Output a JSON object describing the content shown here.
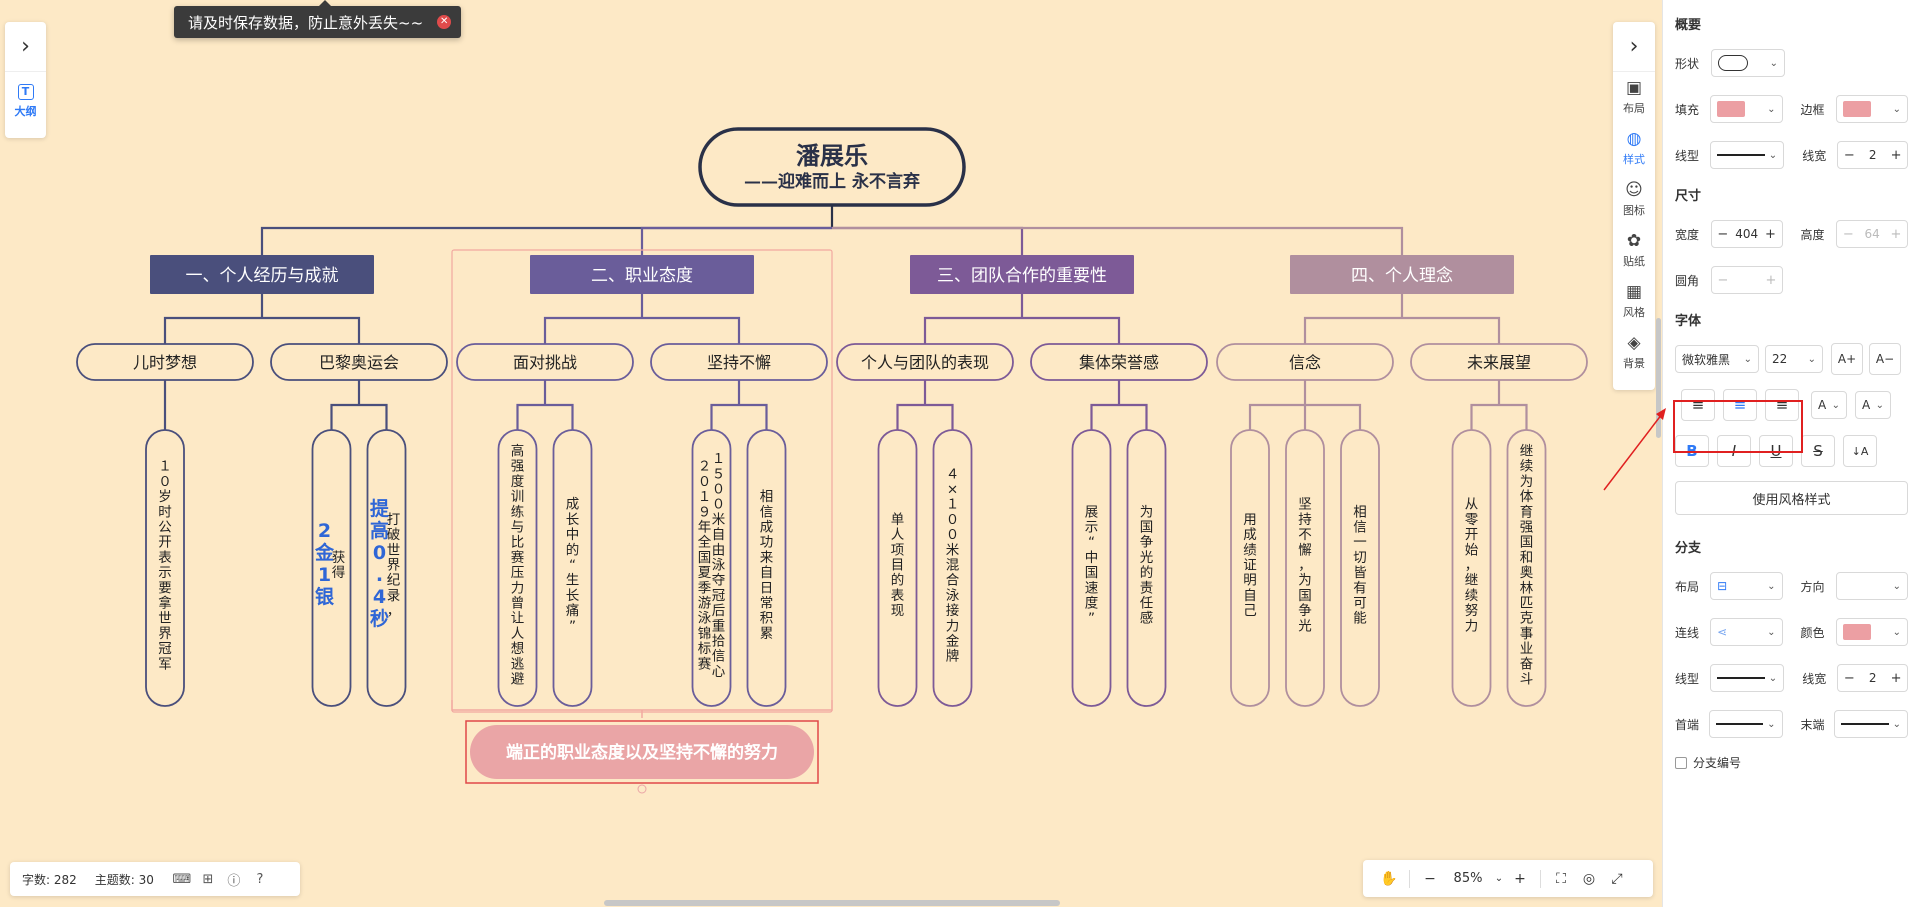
{
  "toast": {
    "text": "请及时保存数据，防止意外丢失~~",
    "close": "✕"
  },
  "left_panel": {
    "toggle": "›",
    "outline_icon": "T",
    "outline_label": "大纲"
  },
  "right_tools": {
    "toggle": "›",
    "items": [
      {
        "icon": "▣",
        "label": "布局"
      },
      {
        "icon": "◍",
        "label": "样式"
      },
      {
        "icon": "☺",
        "label": "图标"
      },
      {
        "icon": "✿",
        "label": "贴纸"
      },
      {
        "icon": "▦",
        "label": "风格"
      },
      {
        "icon": "◈",
        "label": "背景"
      }
    ]
  },
  "status": {
    "words": "字数: 282",
    "topics": "主题数: 30"
  },
  "zoom": {
    "value": "85%",
    "minus": "−",
    "plus": "+"
  },
  "mindmap": {
    "root_title": "潘展乐",
    "root_subtitle": "——迎难而上  永不言弃",
    "summary": "端正的职业态度以及坚持不懈的努力",
    "branches": [
      {
        "label": "一、个人经历与成就",
        "color": "#4a4f7c",
        "subs": [
          {
            "label": "儿时梦想",
            "leaves": [
              [
                "１０岁时公开表示要拿世界冠军"
              ]
            ]
          },
          {
            "label": "巴黎奥运会",
            "leaves": [
              [
                "获得",
                "2金1银"
              ],
              [
                "打破世界纪录，",
                "提高0.4秒"
              ]
            ]
          }
        ]
      },
      {
        "label": "二、职业态度",
        "color": "#6a5d9a",
        "subs": [
          {
            "label": "面对挑战",
            "leaves": [
              [
                "高强度训练与比赛压力曾让人想逃避"
              ],
              [
                "成长中的“生长痛”"
              ]
            ]
          },
          {
            "label": "坚持不懈",
            "leaves": [
              [
                "１５００米自由泳夺冠后重拾信心",
                "２０１９年全国夏季游泳锦标赛"
              ],
              [
                "相信成功来自日常积累"
              ]
            ]
          }
        ]
      },
      {
        "label": "三、团队合作的重要性",
        "color": "#7d5a97",
        "subs": [
          {
            "label": "个人与团队的表现",
            "leaves": [
              [
                "单人项目的表现"
              ],
              [
                "４×１００米混合泳接力金牌"
              ]
            ]
          },
          {
            "label": "集体荣誉感",
            "leaves": [
              [
                "展示“中国速度”"
              ],
              [
                "为国争光的责任感"
              ]
            ]
          }
        ]
      },
      {
        "label": "四、个人理念",
        "color": "#b08f9e",
        "subs": [
          {
            "label": "信念",
            "leaves": [
              [
                "用成绩证明自己"
              ],
              [
                "坚持不懈，为国争光"
              ],
              [
                "相信一切皆有可能"
              ]
            ]
          },
          {
            "label": "未来展望",
            "leaves": [
              [
                "从零开始，继续努力"
              ],
              [
                "继续为体育强国和奥林匹克事业奋斗"
              ]
            ]
          }
        ]
      }
    ]
  },
  "sidebar": {
    "overview_title": "概要",
    "shape_label": "形状",
    "fill_label": "填充",
    "border_label": "边框",
    "fill_color": "#ec9fa3",
    "border_color": "#ec9fa3",
    "line_type_label": "线型",
    "line_width_label": "线宽",
    "line_width": "2",
    "size_title": "尺寸",
    "width_label": "宽度",
    "width_value": "404",
    "height_label": "高度",
    "height_value": "64",
    "radius_label": "圆角",
    "font_title": "字体",
    "font_family": "微软雅黑",
    "font_size": "22",
    "font_inc": "A+",
    "font_dec": "A−",
    "align_left": "≡",
    "align_center": "≡",
    "align_right": "≡",
    "font_color": "A",
    "bg_color": "A",
    "bold": "B",
    "italic": "I",
    "underline": "U",
    "strike": "S",
    "sort": "↓A",
    "style_button": "使用风格样式",
    "branch_title": "分支",
    "layout_label": "布局",
    "direction_label": "方向",
    "connector_label": "连线",
    "color_label": "颜色",
    "branch_color": "#ec9fa3",
    "branch_line_type_label": "线型",
    "branch_line_width_label": "线宽",
    "branch_line_width": "2",
    "head_label": "首端",
    "tail_label": "末端",
    "numbering_label": "分支编号"
  }
}
